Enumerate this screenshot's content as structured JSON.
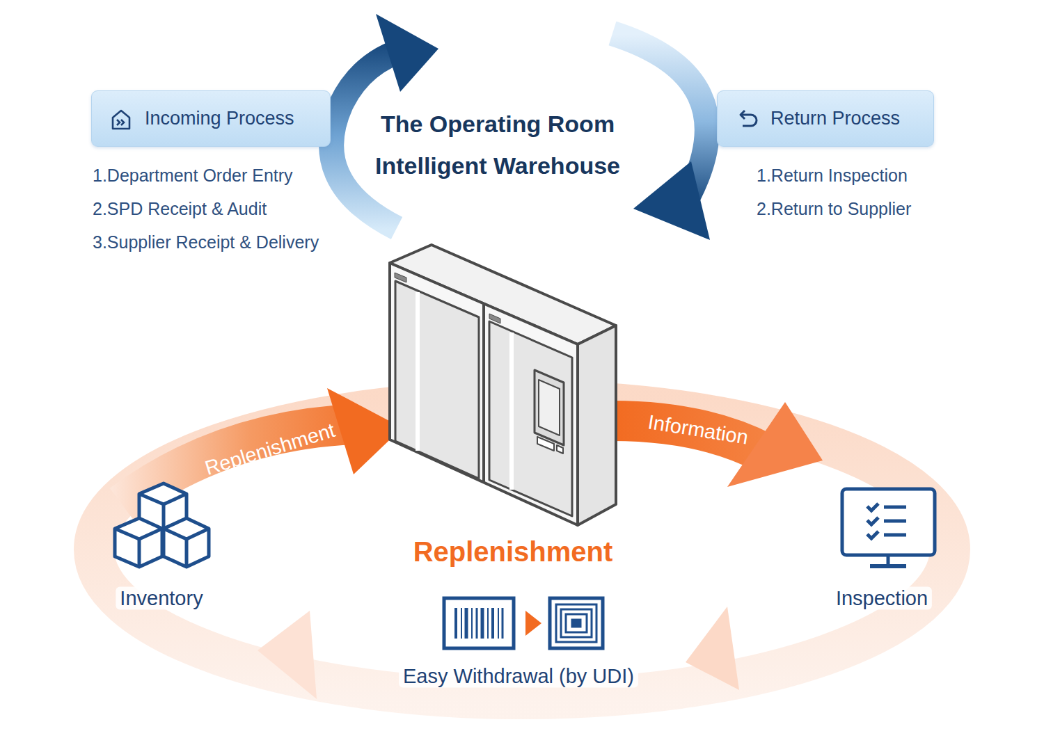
{
  "diagram": {
    "title": "The Operating Room Intelligent Warehouse",
    "nodes": [
      {
        "text": [
          "Incoming Process"
        ]
      },
      {
        "text": [
          "Return Process"
        ]
      }
    ],
    "labels": [
      "1.Department Order Entry",
      "2.SPD Receipt & Audit",
      "3.Supplier Receipt & Delivery",
      "1.Return Inspection",
      "2.Return to Supplier",
      "Replenishment",
      "Information",
      "Replenishment",
      "Inventory",
      "Inspection",
      "Easy Withdrawal (by UDI)"
    ]
  }
}
